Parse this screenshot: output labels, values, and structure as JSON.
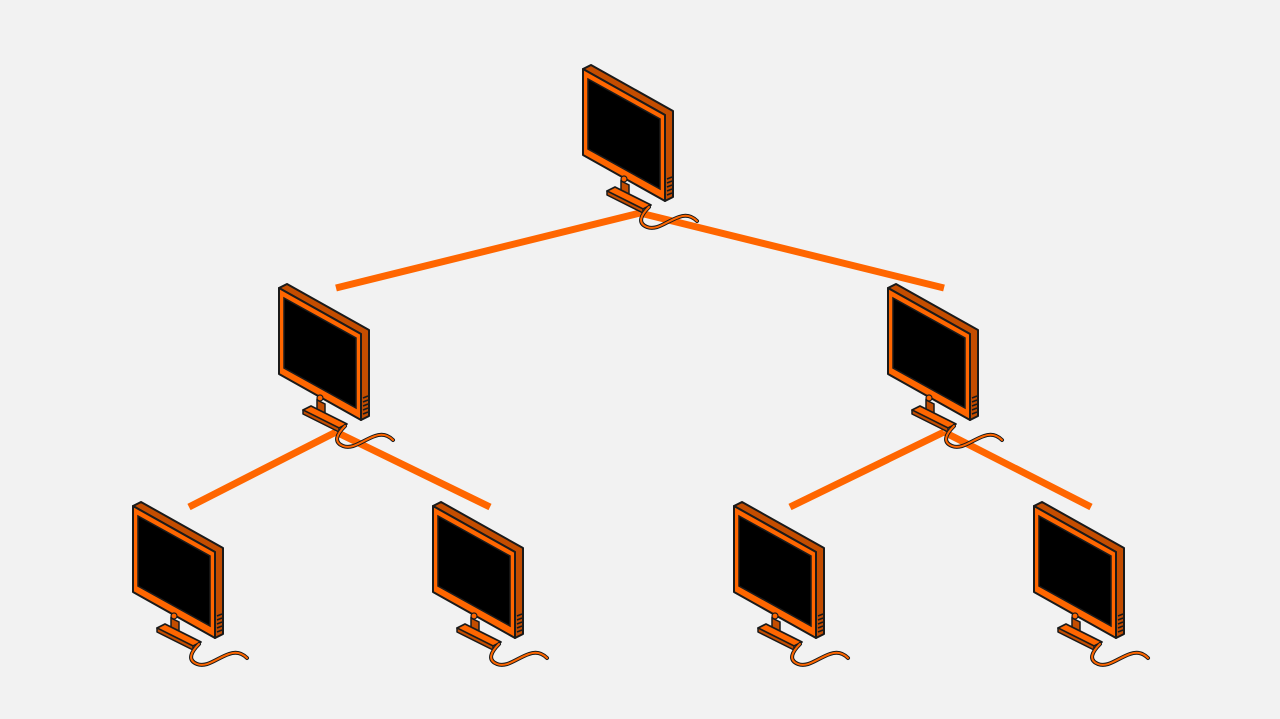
{
  "diagram": {
    "type": "tree-network-topology",
    "colors": {
      "background": "#f2f2f2",
      "accent": "#ff6600",
      "screen": "#000000",
      "outline": "#1a1a1a",
      "bezel_side": "#c44d00"
    },
    "node_icon": "desktop-computer-icon",
    "nodes": [
      {
        "id": "root",
        "level": 0,
        "parent": null
      },
      {
        "id": "left",
        "level": 1,
        "parent": "root"
      },
      {
        "id": "right",
        "level": 1,
        "parent": "root"
      },
      {
        "id": "left-left",
        "level": 2,
        "parent": "left"
      },
      {
        "id": "left-right",
        "level": 2,
        "parent": "left"
      },
      {
        "id": "right-left",
        "level": 2,
        "parent": "right"
      },
      {
        "id": "right-right",
        "level": 2,
        "parent": "right"
      }
    ]
  }
}
